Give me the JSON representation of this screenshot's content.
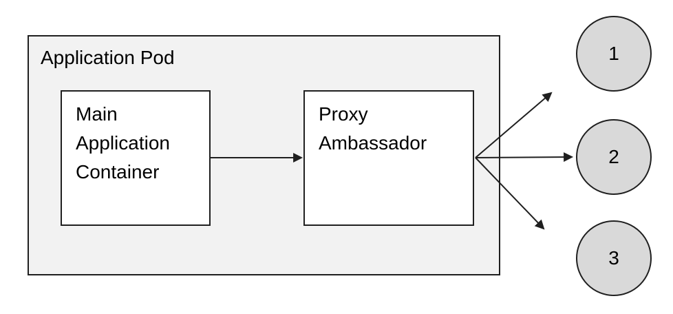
{
  "diagram": {
    "pod": {
      "label": "Application Pod"
    },
    "nodes": [
      {
        "id": "main-application-container",
        "label": "Main Application Container"
      },
      {
        "id": "proxy-ambassador",
        "label": "Proxy Ambassador"
      }
    ],
    "endpoints": [
      {
        "label": "1"
      },
      {
        "label": "2"
      },
      {
        "label": "3"
      }
    ],
    "edges": [
      {
        "from": "main-application-container",
        "to": "proxy-ambassador"
      },
      {
        "from": "proxy-ambassador",
        "to": "1"
      },
      {
        "from": "proxy-ambassador",
        "to": "2"
      },
      {
        "from": "proxy-ambassador",
        "to": "3"
      }
    ],
    "colors": {
      "background": "#ffffff",
      "pod_fill": "#f2f2f2",
      "node_fill": "#ffffff",
      "circle_fill": "#d9d9d9",
      "stroke": "#1f1f1f",
      "text": "#000000"
    }
  }
}
